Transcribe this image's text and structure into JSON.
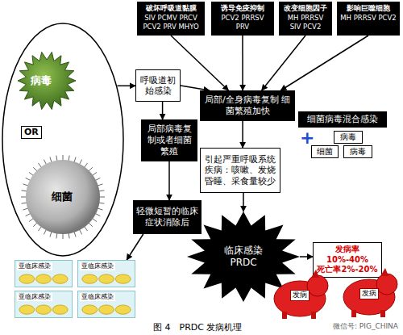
{
  "diagram": {
    "caption": "图 4　PRDC 发病机理",
    "nodes": [
      {
        "text": [
          "病毒",
          "OR",
          "细菌"
        ]
      },
      {
        "text": [
          "破坏呼吸道黏膜",
          "SIV PCMV PRCV PCV2 PRV MHYO"
        ]
      },
      {
        "text": [
          "诱导免疫抑制",
          "PCV2 PRRSV PRV"
        ]
      },
      {
        "text": [
          "改变细胞因子",
          "MH PRRSV SIV PCV2"
        ]
      },
      {
        "text": [
          "影响巨噬细胞",
          "MH PRRSV PCV2"
        ]
      },
      {
        "text": [
          "呼吸道初始感染"
        ]
      },
      {
        "text": [
          "局部/全身病毒复制 细菌繁殖加快"
        ]
      },
      {
        "text": [
          "细菌病毒混合感染"
        ]
      },
      {
        "text": [
          "病毒"
        ]
      },
      {
        "text": [
          "细菌"
        ]
      },
      {
        "text": [
          "病毒"
        ]
      },
      {
        "text": [
          "局部病毒复制或者细菌繁殖"
        ]
      },
      {
        "text": [
          "引起严重呼吸系统疾病：咳嗽、发烧 昏睡、采食量较少"
        ]
      },
      {
        "text": [
          "轻微短暂的临床症状消除后"
        ]
      },
      {
        "text": [
          "临床感染",
          "PRDC"
        ]
      },
      {
        "text": [
          "发病率10%-40%",
          "死亡率2%-20%"
        ]
      },
      {
        "text": [
          "发病"
        ]
      },
      {
        "text": [
          "发病"
        ]
      },
      {
        "text": [
          "亚临床感染"
        ]
      },
      {
        "text": [
          "亚临床感染"
        ]
      },
      {
        "text": [
          "亚临床感染"
        ]
      },
      {
        "text": [
          "亚临床感染"
        ]
      }
    ],
    "edges": [
      {
        "from": 0,
        "to": 5,
        "arrow": "to"
      },
      {
        "from": 5,
        "to": 6,
        "arrow": "to"
      },
      {
        "from": 1,
        "to": 6,
        "arrow": "to"
      },
      {
        "from": 2,
        "to": 6,
        "arrow": "to"
      },
      {
        "from": 3,
        "to": 6,
        "arrow": "to"
      },
      {
        "from": 4,
        "to": 6,
        "arrow": "to"
      },
      {
        "from": 5,
        "to": 11,
        "arrow": "to"
      },
      {
        "from": 11,
        "to": 13,
        "arrow": "to"
      },
      {
        "from": 6,
        "to": 12,
        "arrow": "to"
      },
      {
        "from": 12,
        "to": 14,
        "arrow": "to"
      },
      {
        "from": 14,
        "to": 15,
        "arrow": "to"
      },
      {
        "from": 13,
        "to": 19,
        "arrow": "to"
      }
    ],
    "labels": [
      "+",
      "微信号: PIG_CHINA"
    ]
  }
}
